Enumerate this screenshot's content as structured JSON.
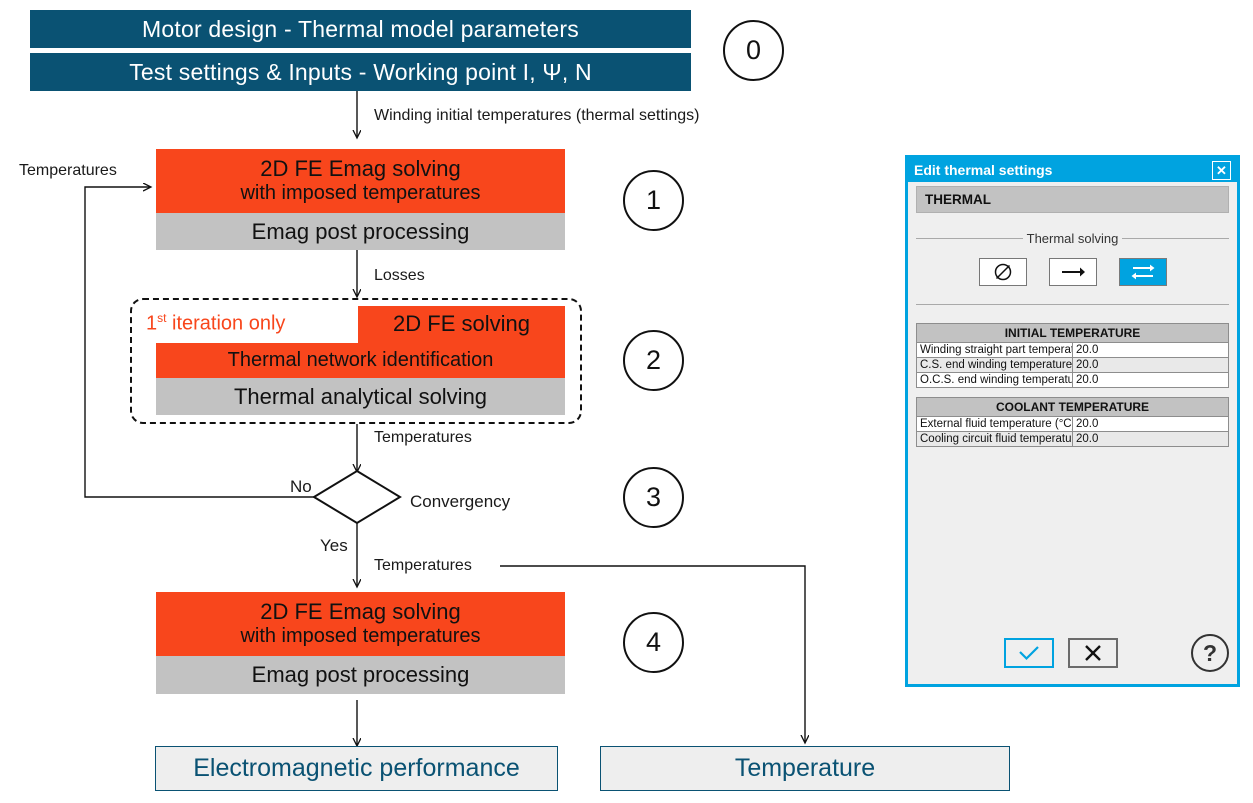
{
  "flowchart": {
    "header_bars": [
      {
        "label": "Motor design - Thermal model parameters"
      },
      {
        "label": "Test settings & Inputs - Working point I, Ψ, N"
      }
    ],
    "steps": [
      {
        "number": "0"
      },
      {
        "number": "1"
      },
      {
        "number": "2"
      },
      {
        "number": "3"
      },
      {
        "number": "4"
      }
    ],
    "blocks": {
      "step1": {
        "orange_line1": "2D FE Emag solving",
        "orange_line2": "with imposed temperatures",
        "gray": "Emag post processing"
      },
      "step2": {
        "note_prefix": "1",
        "note_sup": "st",
        "note_suffix": " iteration only",
        "note_arrow": "←",
        "orange_top": "2D FE solving",
        "orange_mid": "Thermal network identification",
        "gray": "Thermal analytical solving"
      },
      "step4": {
        "orange_line1": "2D FE Emag solving",
        "orange_line2": "with imposed temperatures",
        "gray": "Emag post processing"
      }
    },
    "decision": {
      "label": "Convergency",
      "no_label": "No",
      "yes_label": "Yes"
    },
    "edge_labels": {
      "winding_initial": "Winding initial temperatures (thermal settings)",
      "losses": "Losses",
      "temps_to_decision": "Temperatures",
      "temps_feedback": "Temperatures",
      "temps_yes": "Temperatures"
    },
    "results": [
      {
        "label": "Electromagnetic performance"
      },
      {
        "label": "Temperature"
      }
    ]
  },
  "dialog": {
    "title": "Edit thermal settings",
    "close_glyph": "✕",
    "section_title": "THERMAL",
    "group_label": "Thermal solving",
    "toggles": [
      {
        "name": "no-thermal",
        "glyph": "⌀",
        "selected": false
      },
      {
        "name": "one-way-coupling",
        "glyph": "→",
        "selected": false
      },
      {
        "name": "iterative-coupling",
        "glyph": "⇄",
        "selected": true
      }
    ],
    "tables": [
      {
        "header": "INITIAL TEMPERATURE",
        "rows": [
          {
            "label": "Winding straight part temperature (°C)",
            "value": "20.0"
          },
          {
            "label": "C.S. end winding temperature (°C)",
            "value": "20.0"
          },
          {
            "label": "O.C.S. end winding temperature (°C)",
            "value": "20.0"
          }
        ]
      },
      {
        "header": "COOLANT TEMPERATURE",
        "rows": [
          {
            "label": "External fluid temperature (°C)",
            "value": "20.0"
          },
          {
            "label": "Cooling circuit fluid temperature (°C)",
            "value": "20.0"
          }
        ]
      }
    ],
    "footer": {
      "ok_glyph": "✓",
      "cancel_glyph": "✕",
      "help_glyph": "?"
    }
  },
  "colors": {
    "teal": "#0a5273",
    "orange": "#f8461c",
    "gray_block": "#c2c2c2",
    "dialog_blue": "#00a3e0",
    "result_fill": "#eeeeee"
  }
}
